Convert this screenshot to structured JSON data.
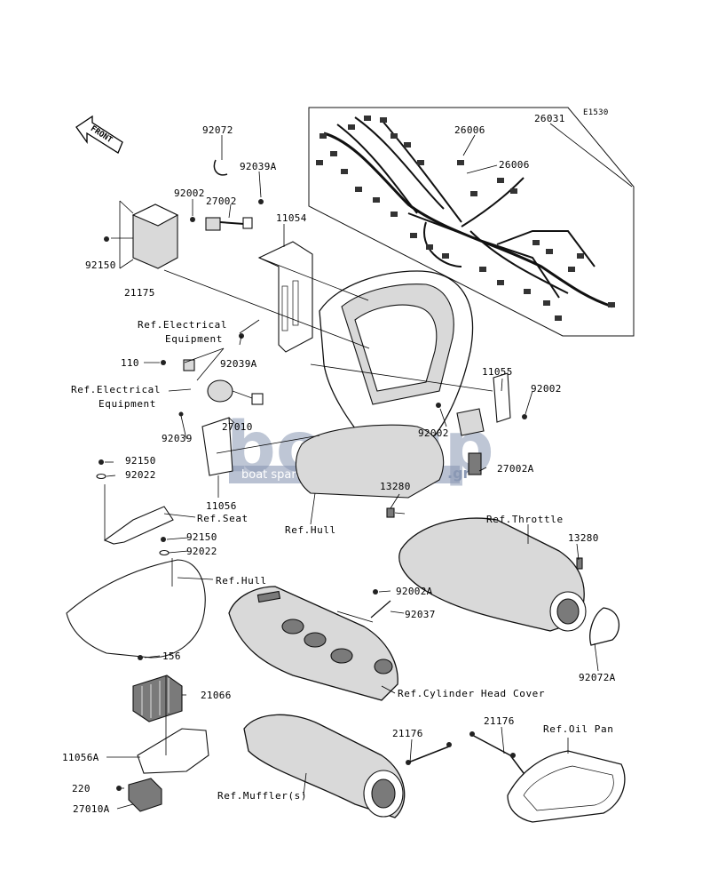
{
  "diagram_id": "E1530",
  "front_label": "FRONT",
  "watermark": {
    "brand": "boatsp",
    "brand_suffix": ".gr",
    "tagline": "boat spare parts"
  },
  "part_labels": {
    "p92072": "92072",
    "p92039A_top": "92039A",
    "p92002_top": "92002",
    "p27002": "27002",
    "p11054": "11054",
    "p92150_top": "92150",
    "p21175": "21175",
    "p26031": "26031",
    "p26006_a": "26006",
    "p26006_b": "26006",
    "p110": "110",
    "p92039A_mid": "92039A",
    "p11055": "11055",
    "p92002_right": "92002",
    "p92002_mid": "92002",
    "p27010": "27010",
    "p92039": "92039",
    "p27002A": "27002A",
    "p92150_a": "92150",
    "p92022_a": "92022",
    "p11056": "11056",
    "p13280_a": "13280",
    "p92150_b": "92150",
    "p92022_b": "92022",
    "p13280_b": "13280",
    "p92002A": "92002A",
    "p92037": "92037",
    "p156": "156",
    "p21066": "21066",
    "p92072A": "92072A",
    "p21176_a": "21176",
    "p21176_b": "21176",
    "p11056A": "11056A",
    "p220": "220",
    "p27010A": "27010A"
  },
  "references": {
    "elec_1_line1": "Ref.Electrical",
    "elec_1_line2": "Equipment",
    "elec_2_line1": "Ref.Electrical",
    "elec_2_line2": "Equipment",
    "seat": "Ref.Seat",
    "hull_1": "Ref.Hull",
    "hull_2": "Ref.Hull",
    "throttle": "Ref.Throttle",
    "cyl_head": "Ref.Cylinder Head Cover",
    "oil_pan": "Ref.Oil Pan",
    "muffler": "Ref.Muffler(s)"
  }
}
